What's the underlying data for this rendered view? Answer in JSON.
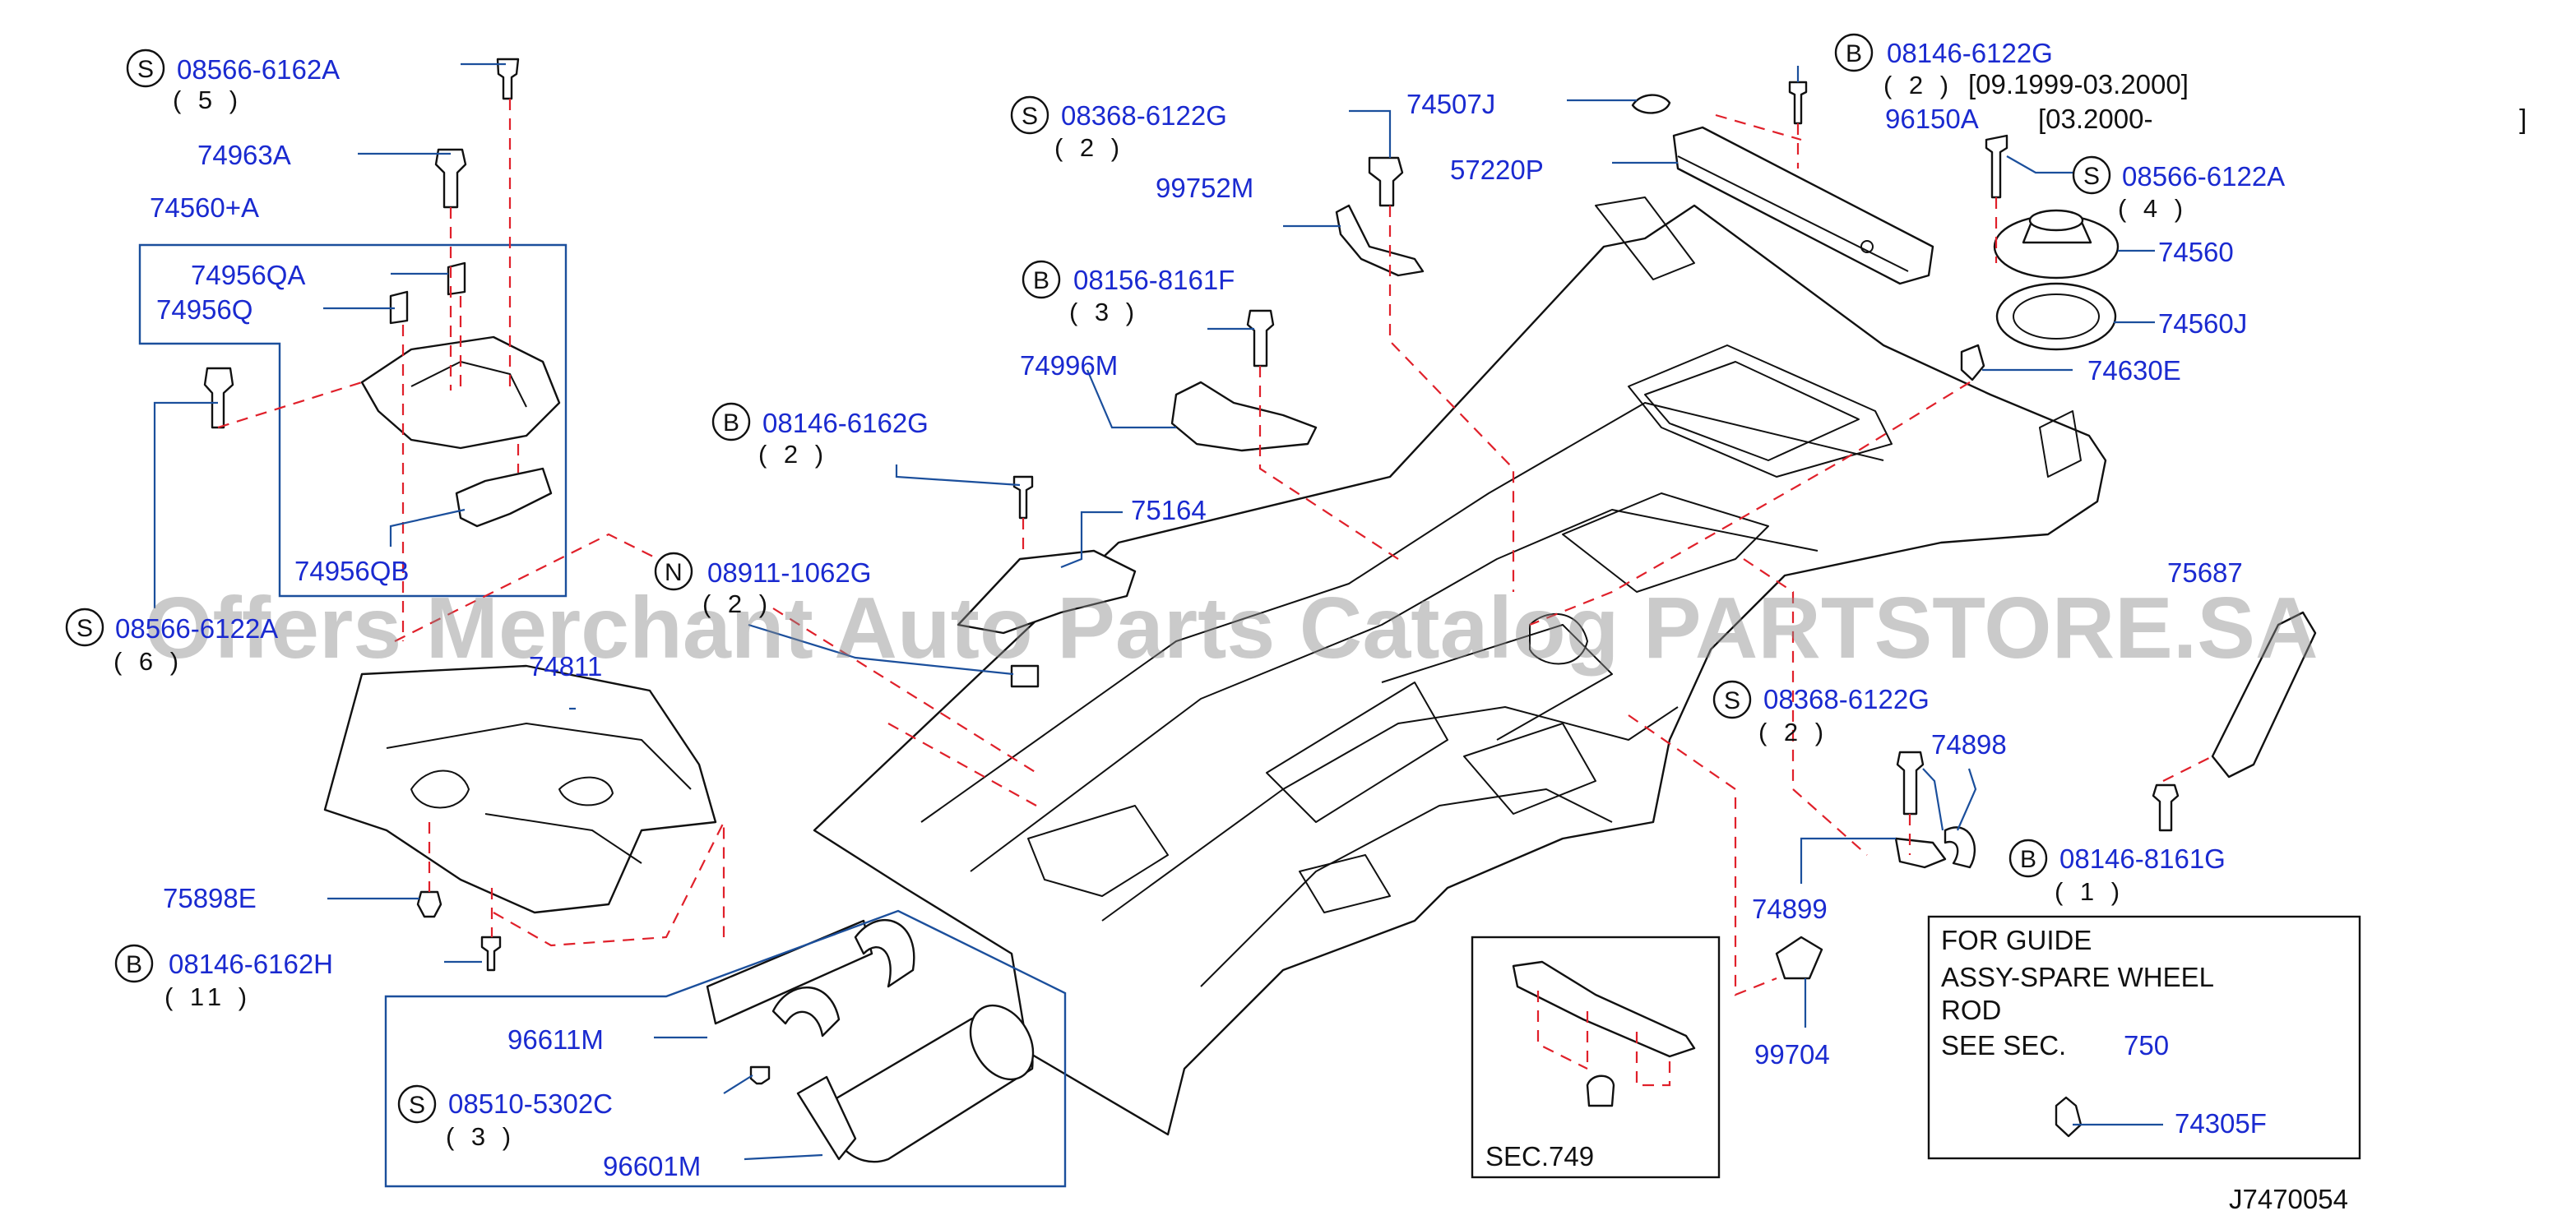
{
  "diagram_id": "J7470054",
  "watermark": "Offers Merchant Auto Parts Catalog PARTSTORE.SA",
  "callouts": {
    "c08566_6162A": {
      "prefix": "S",
      "part": "08566-6162A",
      "qty": "( 5 )"
    },
    "c74963A": {
      "part": "74963A"
    },
    "c74560A": {
      "part": "74560+A"
    },
    "c74956QA": {
      "part": "74956QA"
    },
    "c74956Q": {
      "part": "74956Q"
    },
    "c74956QB": {
      "part": "74956QB"
    },
    "c08566_6122_left": {
      "prefix": "S",
      "part": "08566-6122A",
      "qty": "( 6 )"
    },
    "c74811": {
      "part": "74811"
    },
    "c75898E": {
      "part": "75898E"
    },
    "c08146_6162H": {
      "prefix": "B",
      "part": "08146-6162H",
      "qty": "( 11 )"
    },
    "c08368_6122G_top": {
      "prefix": "S",
      "part": "08368-6122G",
      "qty": "( 2 )"
    },
    "c74507J": {
      "part": "74507J"
    },
    "c99752M": {
      "part": "99752M"
    },
    "c08156_8161F": {
      "prefix": "B",
      "part": "08156-8161F",
      "qty": "( 3 )"
    },
    "c74996M": {
      "part": "74996M"
    },
    "c08146_6162G": {
      "prefix": "B",
      "part": "08146-6162G",
      "qty": "( 2 )"
    },
    "c75164": {
      "part": "75164"
    },
    "c08911_1062G": {
      "prefix": "N",
      "part": "08911-1062G",
      "qty": "( 2 )"
    },
    "c57220P": {
      "part": "57220P"
    },
    "c08146_6122G": {
      "prefix": "B",
      "part": "08146-6122G",
      "qty": "( 2 )",
      "range": "[09.1999-03.2000]"
    },
    "c96150A": {
      "part": "96150A",
      "range_open": "[03.2000-",
      "range_close": "]"
    },
    "c08566_6122A": {
      "prefix": "S",
      "part": "08566-6122A",
      "qty": "( 4 )"
    },
    "c74560": {
      "part": "74560"
    },
    "c74560J": {
      "part": "74560J"
    },
    "c74630E": {
      "part": "74630E"
    },
    "c75687": {
      "part": "75687"
    },
    "c08368_6122G_right": {
      "prefix": "S",
      "part": "08368-6122G",
      "qty": "( 2 )"
    },
    "c74898": {
      "part": "74898"
    },
    "c74899": {
      "part": "74899"
    },
    "c08146_8161G": {
      "prefix": "B",
      "part": "08146-8161G",
      "qty": "( 1 )"
    },
    "c99704": {
      "part": "99704"
    },
    "c96611M": {
      "part": "96611M"
    },
    "c08510_5302C": {
      "prefix": "S",
      "part": "08510-5302C",
      "qty": "( 3 )"
    },
    "c96601M": {
      "part": "96601M"
    },
    "c74305F": {
      "part": "74305F"
    }
  },
  "sec_box_label": "SEC.749",
  "guide_note": {
    "line1": "FOR  GUIDE",
    "line2": "ASSY-SPARE  WHEEL",
    "line3": "ROD",
    "line4": "SEE  SEC.",
    "sec_link": "750"
  }
}
